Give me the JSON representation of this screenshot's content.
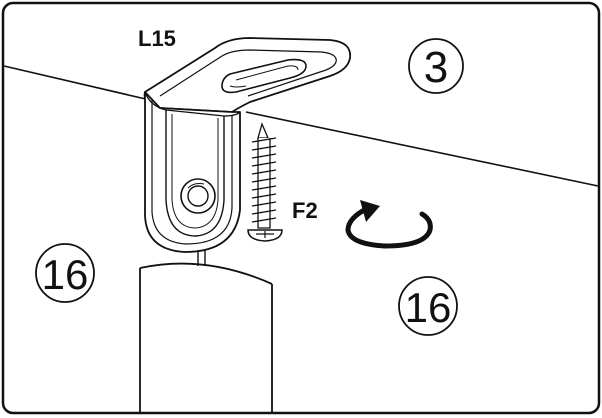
{
  "labels": {
    "bracket": "L15",
    "screw": "F2"
  },
  "callouts": {
    "top_right": "3",
    "left": "16",
    "right": "16"
  },
  "colors": {
    "line": "#111111",
    "background": "#ffffff"
  },
  "icons": {
    "rotation": "clockwise-rotation-arrow-icon"
  }
}
